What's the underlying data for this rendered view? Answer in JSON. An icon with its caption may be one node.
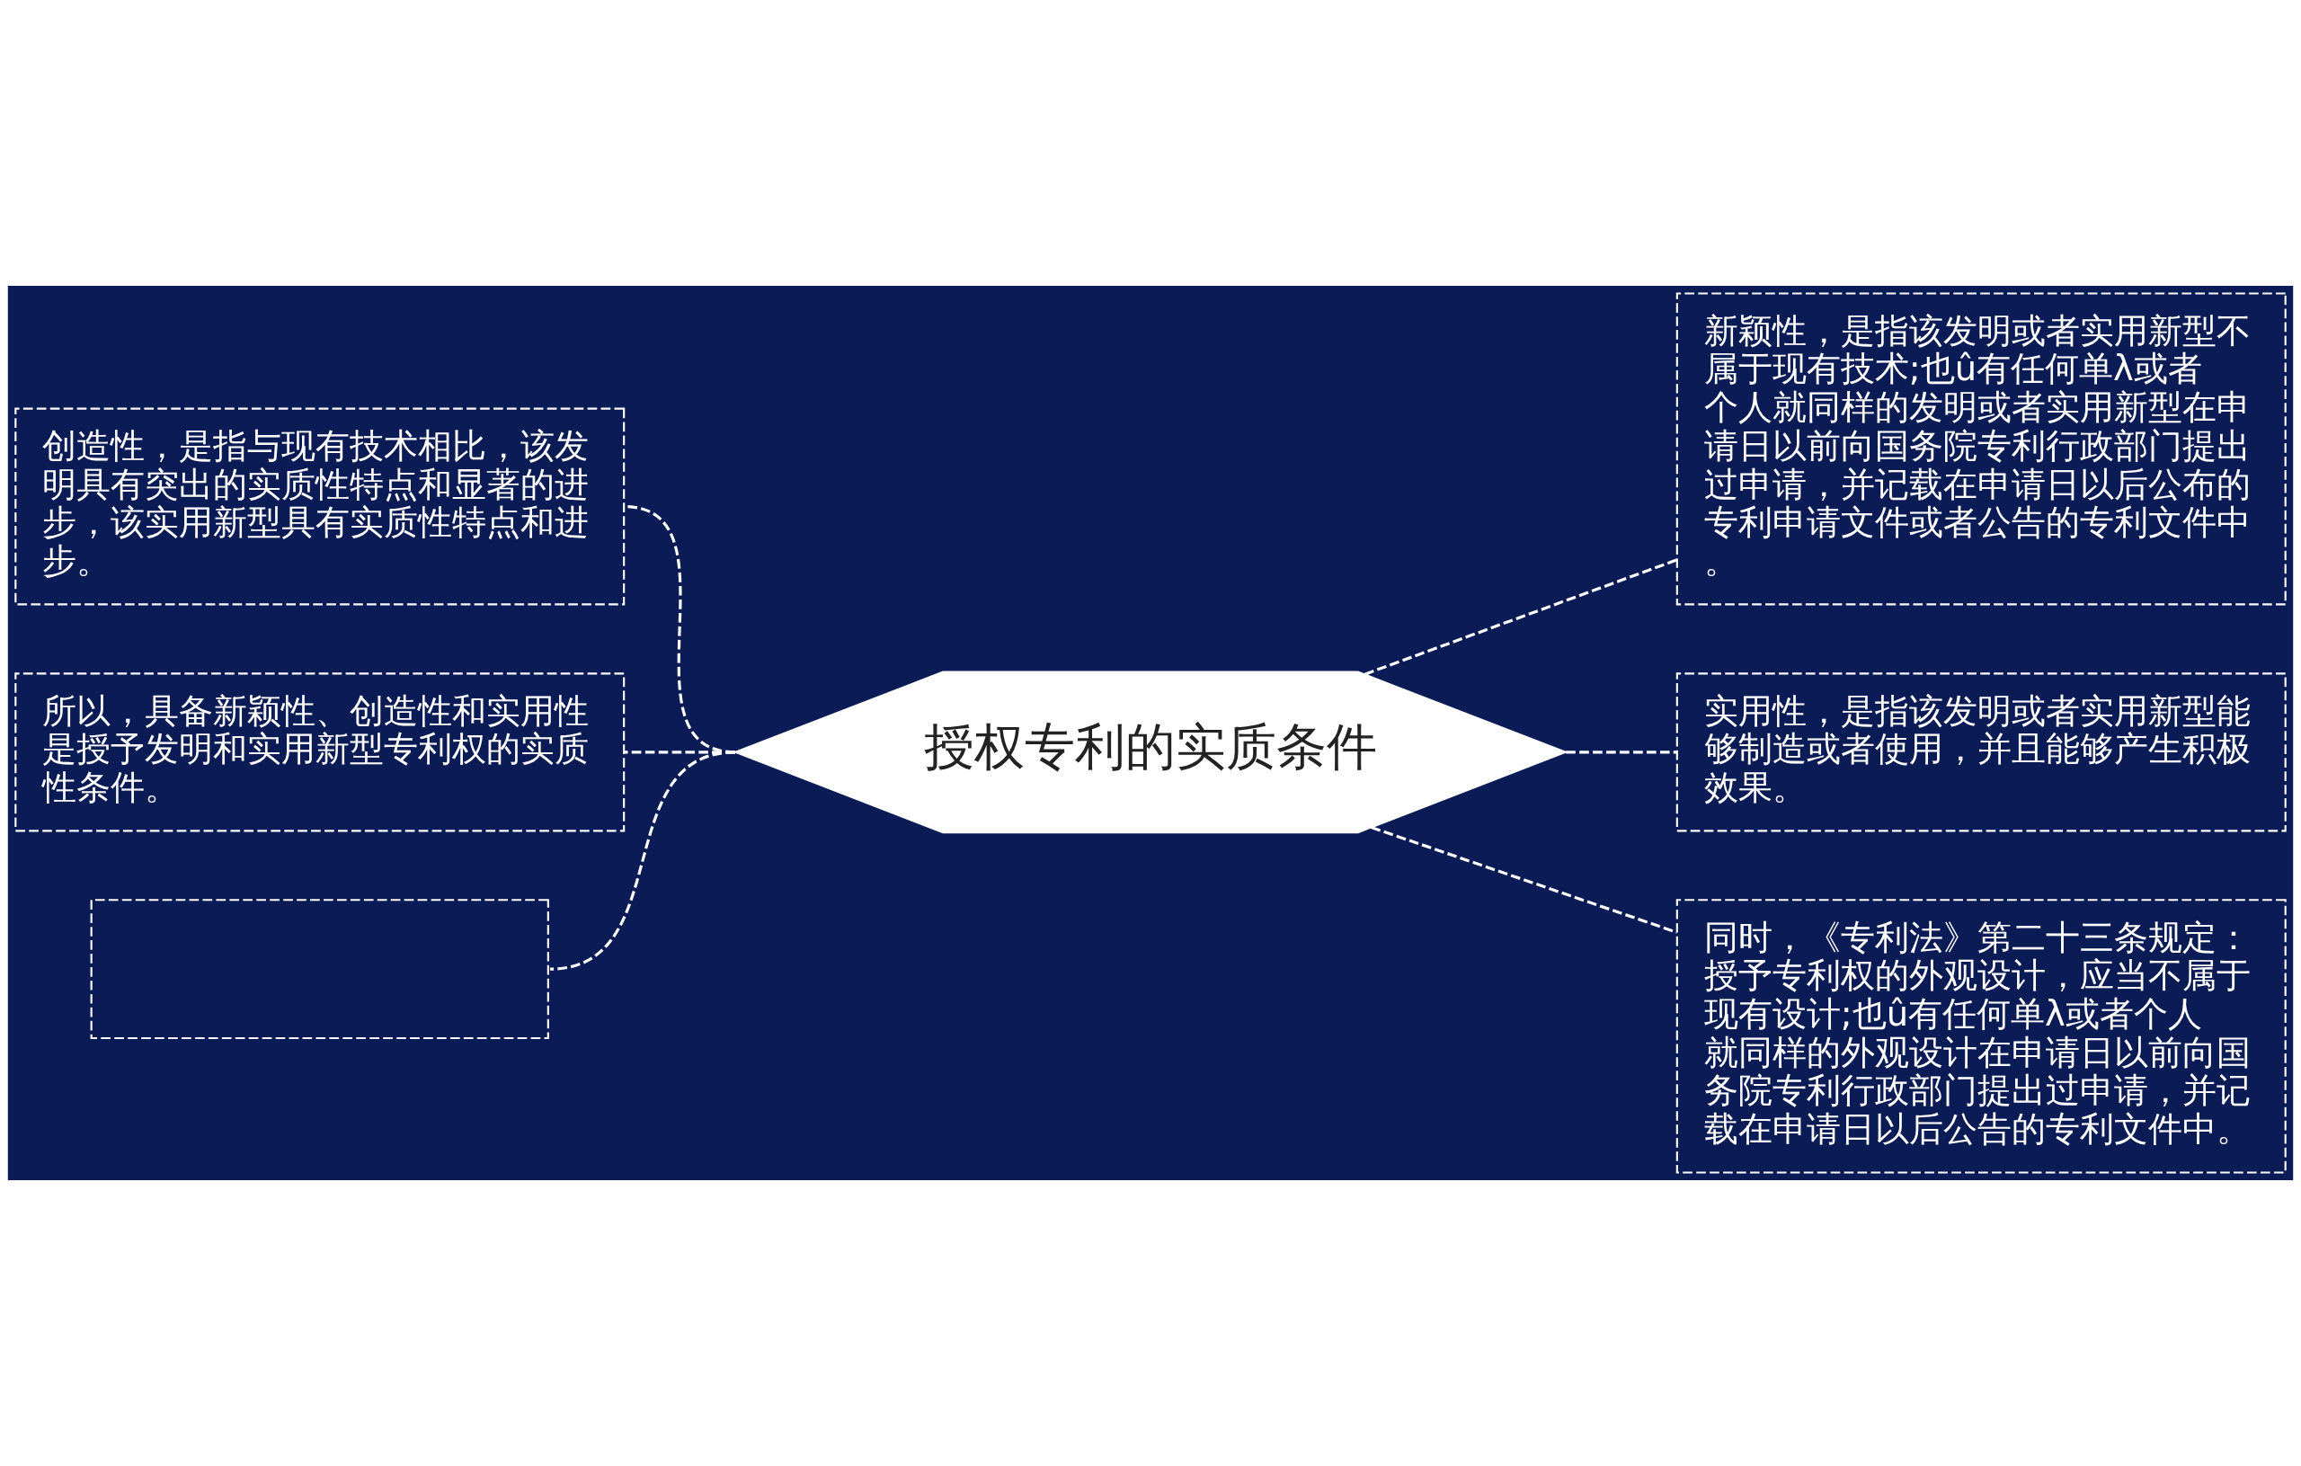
{
  "diagram": {
    "nodes": [
      {
        "text": [
          "授权专利的实质条件"
        ]
      },
      {
        "text": [
          "创造性，是指与现有技术相比，该发明具有突出的实质性特点和显著的进步，该实用新型具有实质性特点和进步。"
        ]
      },
      {
        "text": [
          "所以，具备新颖性、创造性和实用性是授予发明和实用新型专利权的实质性条件。"
        ]
      },
      {
        "text": [],
        "shape": "box"
      },
      {
        "text": [
          "新颖性，是指该发明或者实用新型不属于现有技术;也û有任何单λ或者个人就同样的发明或者实用新型在申请日以前向国务院专利行政部门提出过申请，并记载在申请日以后公布的专利申请文件或者公告的专利文件中。"
        ]
      },
      {
        "text": [
          "实用性，是指该发明或者实用新型能够制造或者使用，并且能够产生积极效果。"
        ]
      },
      {
        "text": [
          "同时，《专利法》第二十三条规定：授予专利权的外观设计，应当不属于现有设计;也û有任何单λ或者个人就同样的外观设计在申请日以前向国务院专利行政部门提出过申请，并记载在申请日以后公告的专利文件中。"
        ]
      }
    ],
    "edges": [
      {
        "from": 0,
        "to": 1,
        "arrow": "none",
        "style": "dashed"
      },
      {
        "from": 0,
        "to": 2,
        "arrow": "none",
        "style": "dashed"
      },
      {
        "from": 0,
        "to": 3,
        "arrow": "none",
        "style": "dashed"
      },
      {
        "from": 0,
        "to": 4,
        "arrow": "none",
        "style": "dashed"
      },
      {
        "from": 0,
        "to": 5,
        "arrow": "none",
        "style": "dashed"
      },
      {
        "from": 0,
        "to": 6,
        "arrow": "none",
        "style": "dashed"
      }
    ]
  }
}
